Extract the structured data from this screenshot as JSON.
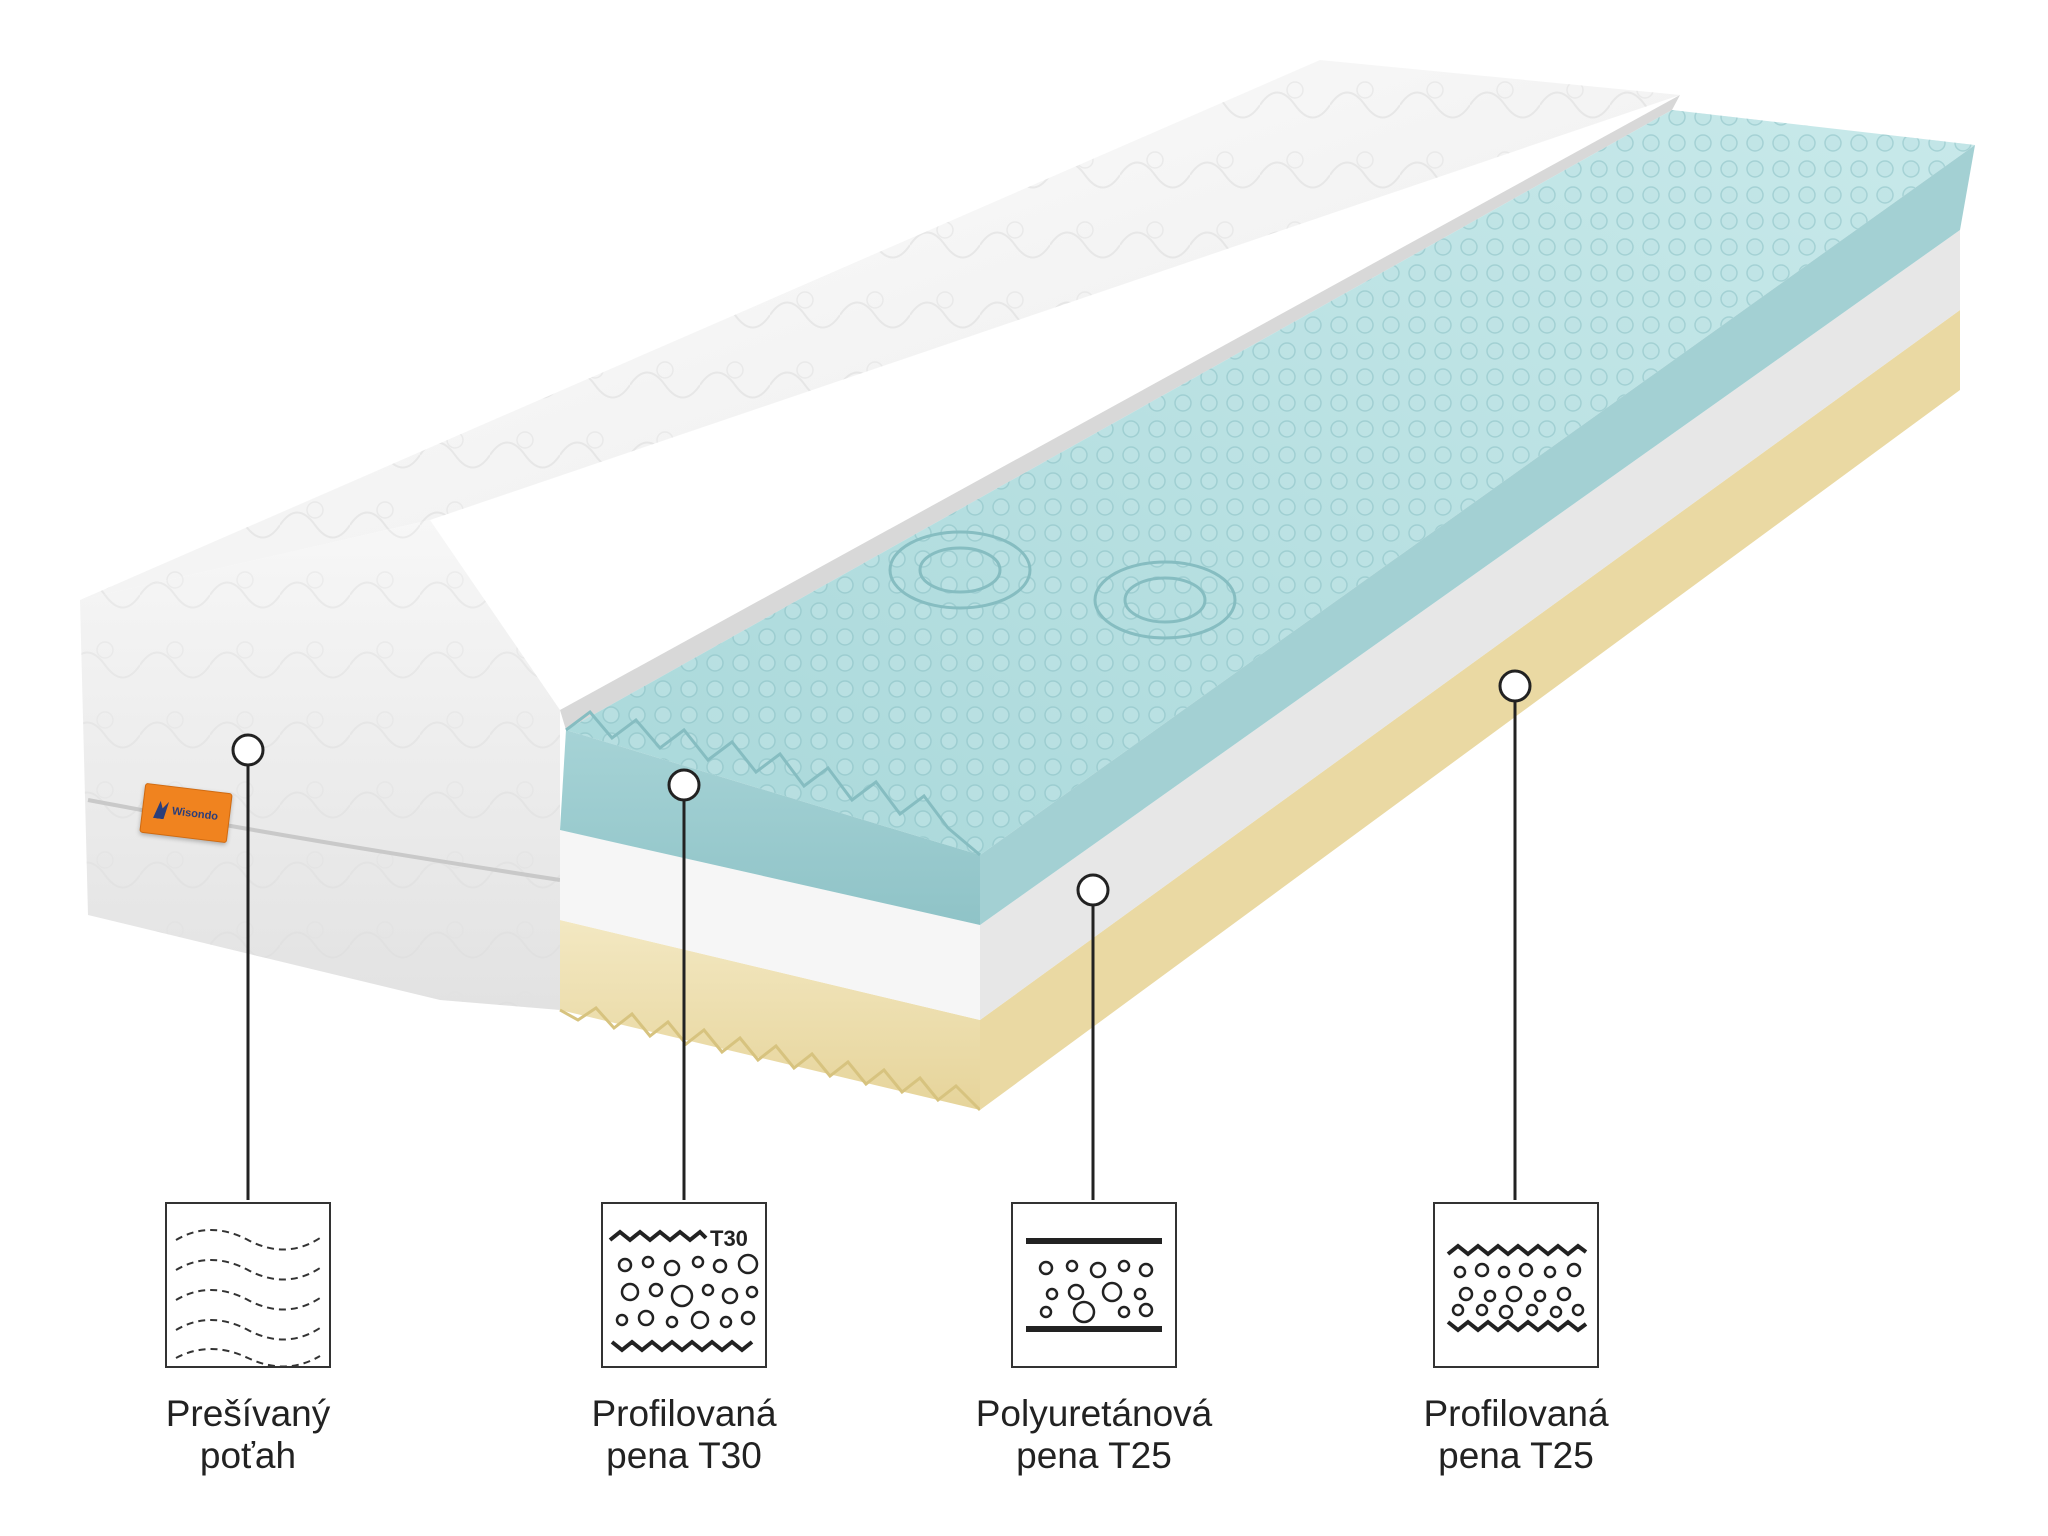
{
  "brand": {
    "name": "Wisondo",
    "color": "#f0831f"
  },
  "colors": {
    "cover": "#f1f1f1",
    "top_foam": "#b8e0e2",
    "middle_foam": "#f4f4f4",
    "bottom_foam": "#efe2b6",
    "callout_line": "#222222"
  },
  "layers": [
    {
      "id": "cover",
      "icon": "quilted-cover-icon",
      "line1": "Prešívaný",
      "line2": "poťah"
    },
    {
      "id": "top",
      "icon": "profiled-foam-t30-icon",
      "icon_text": "T30",
      "line1": "Profilovaná",
      "line2": "pena T30"
    },
    {
      "id": "middle",
      "icon": "polyurethane-foam-icon",
      "line1": "Polyuretánová",
      "line2": "pena T25"
    },
    {
      "id": "bottom",
      "icon": "profiled-foam-t25-icon",
      "line1": "Profilovaná",
      "line2": "pena T25"
    }
  ]
}
